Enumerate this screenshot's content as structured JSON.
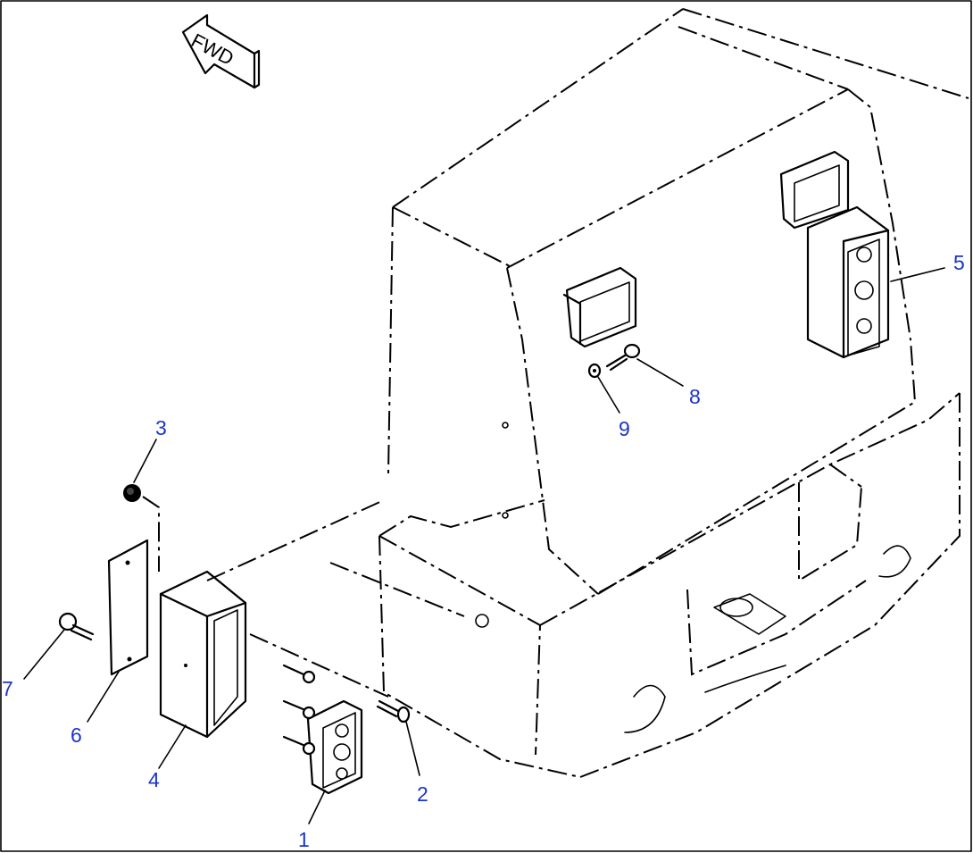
{
  "direction_label": "FWD",
  "callouts": [
    {
      "id": "1",
      "label": "1"
    },
    {
      "id": "2",
      "label": "2"
    },
    {
      "id": "3",
      "label": "3"
    },
    {
      "id": "4",
      "label": "4"
    },
    {
      "id": "5",
      "label": "5"
    },
    {
      "id": "6",
      "label": "6"
    },
    {
      "id": "7",
      "label": "7"
    },
    {
      "id": "8",
      "label": "8"
    },
    {
      "id": "9",
      "label": "9"
    }
  ],
  "colors": {
    "line": "#000000",
    "callout": "#1a35c8",
    "background": "#ffffff"
  }
}
